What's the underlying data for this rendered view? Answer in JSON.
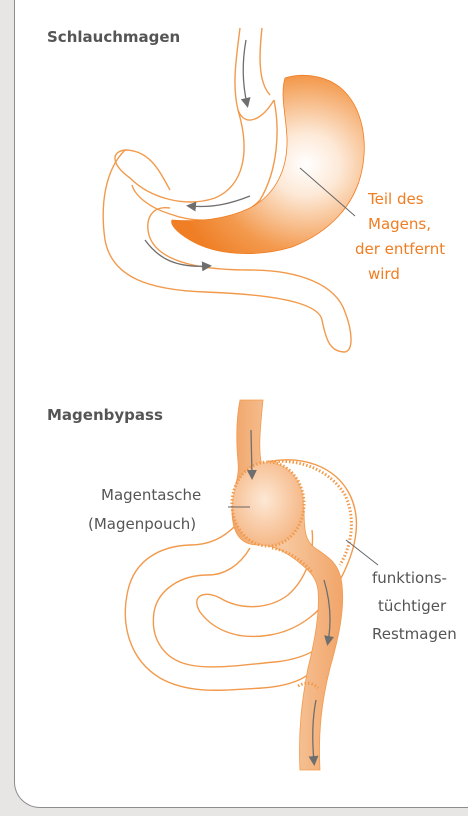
{
  "diagram": {
    "sections": [
      {
        "title": "Schlauchmagen",
        "labels": [
          "Teil des",
          "Magens,",
          "der entfernt",
          "wird"
        ]
      },
      {
        "title": "Magenbypass",
        "labels": [
          "Magentasche",
          "(Magenpouch)"
        ],
        "labels2": [
          "funktions-",
          "tüchtiger",
          "Restmagen"
        ]
      }
    ],
    "colors": {
      "outline": "#f29a4c",
      "fill_light": "#f7c597",
      "fill_dark": "#f07d21",
      "arrow": "#6e6e6e",
      "leader": "#666666"
    }
  }
}
